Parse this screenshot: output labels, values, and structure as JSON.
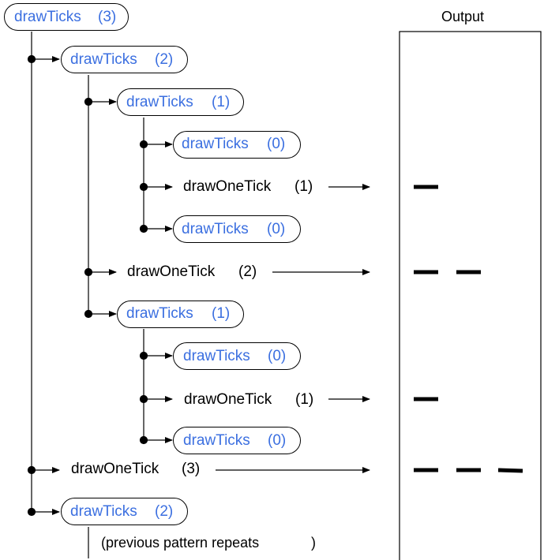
{
  "header": {
    "output_title": "Output"
  },
  "calls": {
    "root": {
      "name": "drawTicks",
      "arg": "(3)"
    },
    "c1": {
      "name": "drawTicks",
      "arg": "(2)"
    },
    "c1a": {
      "name": "drawTicks",
      "arg": "(1)"
    },
    "c1a_z1": {
      "name": "drawTicks",
      "arg": "(0)"
    },
    "c1a_tick": {
      "name": "drawOneTick",
      "arg": "(1)"
    },
    "c1a_z2": {
      "name": "drawTicks",
      "arg": "(0)"
    },
    "c1_tick": {
      "name": "drawOneTick",
      "arg": "(2)"
    },
    "c1b": {
      "name": "drawTicks",
      "arg": "(1)"
    },
    "c1b_z1": {
      "name": "drawTicks",
      "arg": "(0)"
    },
    "c1b_tick": {
      "name": "drawOneTick",
      "arg": "(1)"
    },
    "c1b_z2": {
      "name": "drawTicks",
      "arg": "(0)"
    },
    "root_tick": {
      "name": "drawOneTick",
      "arg": "(3)"
    },
    "c2": {
      "name": "drawTicks",
      "arg": "(2)"
    }
  },
  "footer": {
    "note_open": "(previous pattern repeats",
    "note_close": ")"
  },
  "output": {
    "tick_counts": [
      1,
      2,
      1,
      3
    ]
  },
  "colors": {
    "call_text": "#3b6fe0",
    "tick_text": "#000000",
    "line": "#000000"
  }
}
